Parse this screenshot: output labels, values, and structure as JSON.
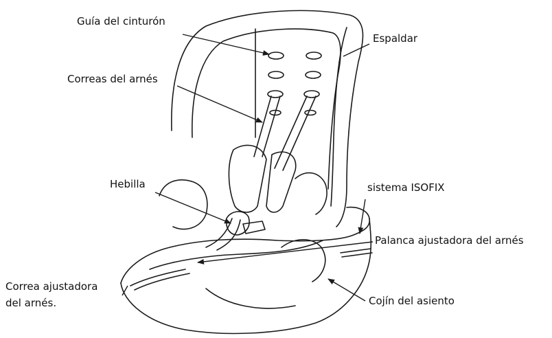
{
  "labels": {
    "belt_guide": "Guía del cinturón",
    "backrest": "Espaldar",
    "harness_straps": "Correas del arnés",
    "buckle": "Hebilla",
    "isofix": "sistema ISOFIX",
    "harness_adjuster_lever": "Palanca ajustadora del arnés",
    "harness_adjuster_strap_line1": "Correa ajustadora",
    "harness_adjuster_strap_line2": "del arnés.",
    "seat_cushion": "Cojín del asiento"
  },
  "colors": {
    "line": "#1a1a1a",
    "text": "#111111",
    "background": "#ffffff"
  }
}
